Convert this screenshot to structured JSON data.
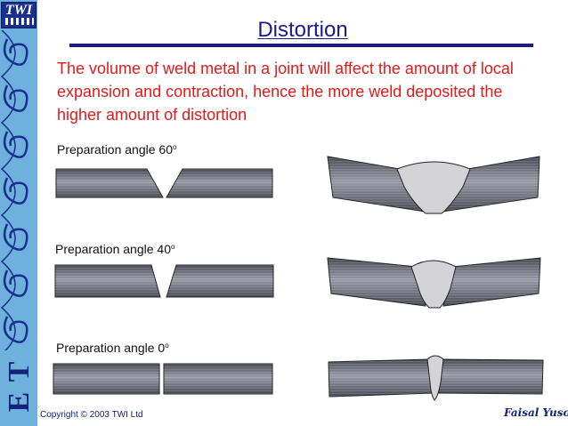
{
  "brand": {
    "logo_text": "TWI",
    "side_letters": [
      "E",
      "T"
    ]
  },
  "slide": {
    "title": "Distortion",
    "intro": "The volume of weld metal in a joint will affect the amount of local expansion and contraction, hence the more weld deposited the higher amount of distortion"
  },
  "preparations": [
    {
      "label": "Preparation angle 60",
      "unit": "o"
    },
    {
      "label": "Preparation angle 40",
      "unit": "o"
    },
    {
      "label": "Preparation angle 0",
      "unit": "o"
    }
  ],
  "footer": {
    "copyright": "Copyright © 2003 TWI Ltd",
    "signature": "Faisal Yusof"
  },
  "colors": {
    "title": "#1a1a8c",
    "intro_text": "#e51919",
    "sidebar": "#6fb1dd",
    "weld": "#d4d4d8"
  }
}
